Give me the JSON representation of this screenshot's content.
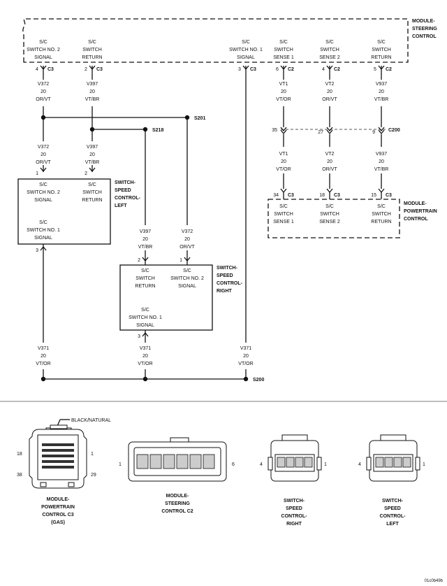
{
  "modules": {
    "steering": [
      "MODULE-",
      "STEERING",
      "CONTROL"
    ],
    "powertrain": [
      "MODULE-",
      "POWERTRAIN",
      "CONTROL"
    ]
  },
  "switches": {
    "left": [
      "SWITCH-",
      "SPEED",
      "CONTROL-",
      "LEFT"
    ],
    "right": [
      "SWITCH-",
      "SPEED",
      "CONTROL-",
      "RIGHT"
    ]
  },
  "steering_pins": [
    {
      "lines": [
        "S/C",
        "SWITCH NO. 2",
        "SIGNAL"
      ],
      "pin": "4",
      "conn": "C3"
    },
    {
      "lines": [
        "S/C",
        "SWITCH",
        "RETURN"
      ],
      "pin": "2",
      "conn": "C3"
    },
    {
      "lines": [
        "S/C",
        "SWITCH NO. 1",
        "SIGNAL"
      ],
      "pin": "3",
      "conn": "C3"
    },
    {
      "lines": [
        "S/C",
        "SWITCH",
        "SENSE 1"
      ],
      "pin": "6",
      "conn": "C2"
    },
    {
      "lines": [
        "S/C",
        "SWITCH",
        "SENSE 2"
      ],
      "pin": "4",
      "conn": "C2"
    },
    {
      "lines": [
        "S/C",
        "SWITCH",
        "RETURN"
      ],
      "pin": "5",
      "conn": "C2"
    }
  ],
  "wires": {
    "v372": [
      "V372",
      "20",
      "OR/VT"
    ],
    "v397": [
      "V397",
      "20",
      "VT/BR"
    ],
    "v371": [
      "V371",
      "20",
      "VT/OR"
    ],
    "vt1": [
      "VT1",
      "20",
      "VT/OR"
    ],
    "vt2": [
      "VT2",
      "20",
      "OR/VT"
    ],
    "v937": [
      "V937",
      "20",
      "VT/BR"
    ]
  },
  "splices": {
    "s201": "S201",
    "s218": "S218",
    "s200": "S200"
  },
  "c200": {
    "label": "C200",
    "pins": [
      "35",
      "27",
      "9"
    ]
  },
  "left_switch": {
    "no2": [
      "S/C",
      "SWITCH NO. 2",
      "SIGNAL"
    ],
    "ret": [
      "S/C",
      "SWITCH",
      "RETURN"
    ],
    "no1": [
      "S/C",
      "SWITCH NO. 1",
      "SIGNAL"
    ],
    "pins": [
      "1",
      "2",
      "3"
    ]
  },
  "right_switch": {
    "ret": [
      "S/C",
      "SWITCH",
      "RETURN"
    ],
    "no2": [
      "S/C",
      "SWITCH NO. 2",
      "SIGNAL"
    ],
    "no1": [
      "S/C",
      "SWITCH NO. 1",
      "SIGNAL"
    ],
    "pins": [
      "2",
      "1",
      "3"
    ]
  },
  "pcm_pins": [
    {
      "pin": "34",
      "conn": "C3",
      "lines": [
        "S/C",
        "SWITCH",
        "SENSE 1"
      ]
    },
    {
      "pin": "18",
      "conn": "C3",
      "lines": [
        "S/C",
        "SWITCH",
        "SENSE 2"
      ]
    },
    {
      "pin": "15",
      "conn": "C3",
      "lines": [
        "S/C",
        "SWITCH",
        "RETURN"
      ]
    }
  ],
  "connectors": {
    "black_natural": "BLACK/NATURAL",
    "pcm_c3": {
      "pin_labels": [
        "18",
        "1",
        "38",
        "29"
      ],
      "caption": [
        "MODULE-",
        "POWERTRAIN",
        "CONTROL C3",
        "(GAS)"
      ]
    },
    "steering_c2": {
      "pin_labels": [
        "1",
        "6"
      ],
      "caption": [
        "MODULE-",
        "STEERING",
        "CONTROL C2"
      ]
    },
    "switch_right": {
      "pin_labels": [
        "4",
        "1"
      ],
      "caption": [
        "SWITCH-",
        "SPEED",
        "CONTROL-",
        "RIGHT"
      ]
    },
    "switch_left": {
      "pin_labels": [
        "4",
        "1"
      ],
      "caption": [
        "SWITCH-",
        "SPEED",
        "CONTROL-",
        "LEFT"
      ]
    }
  },
  "figure_id": "01c0b49b"
}
